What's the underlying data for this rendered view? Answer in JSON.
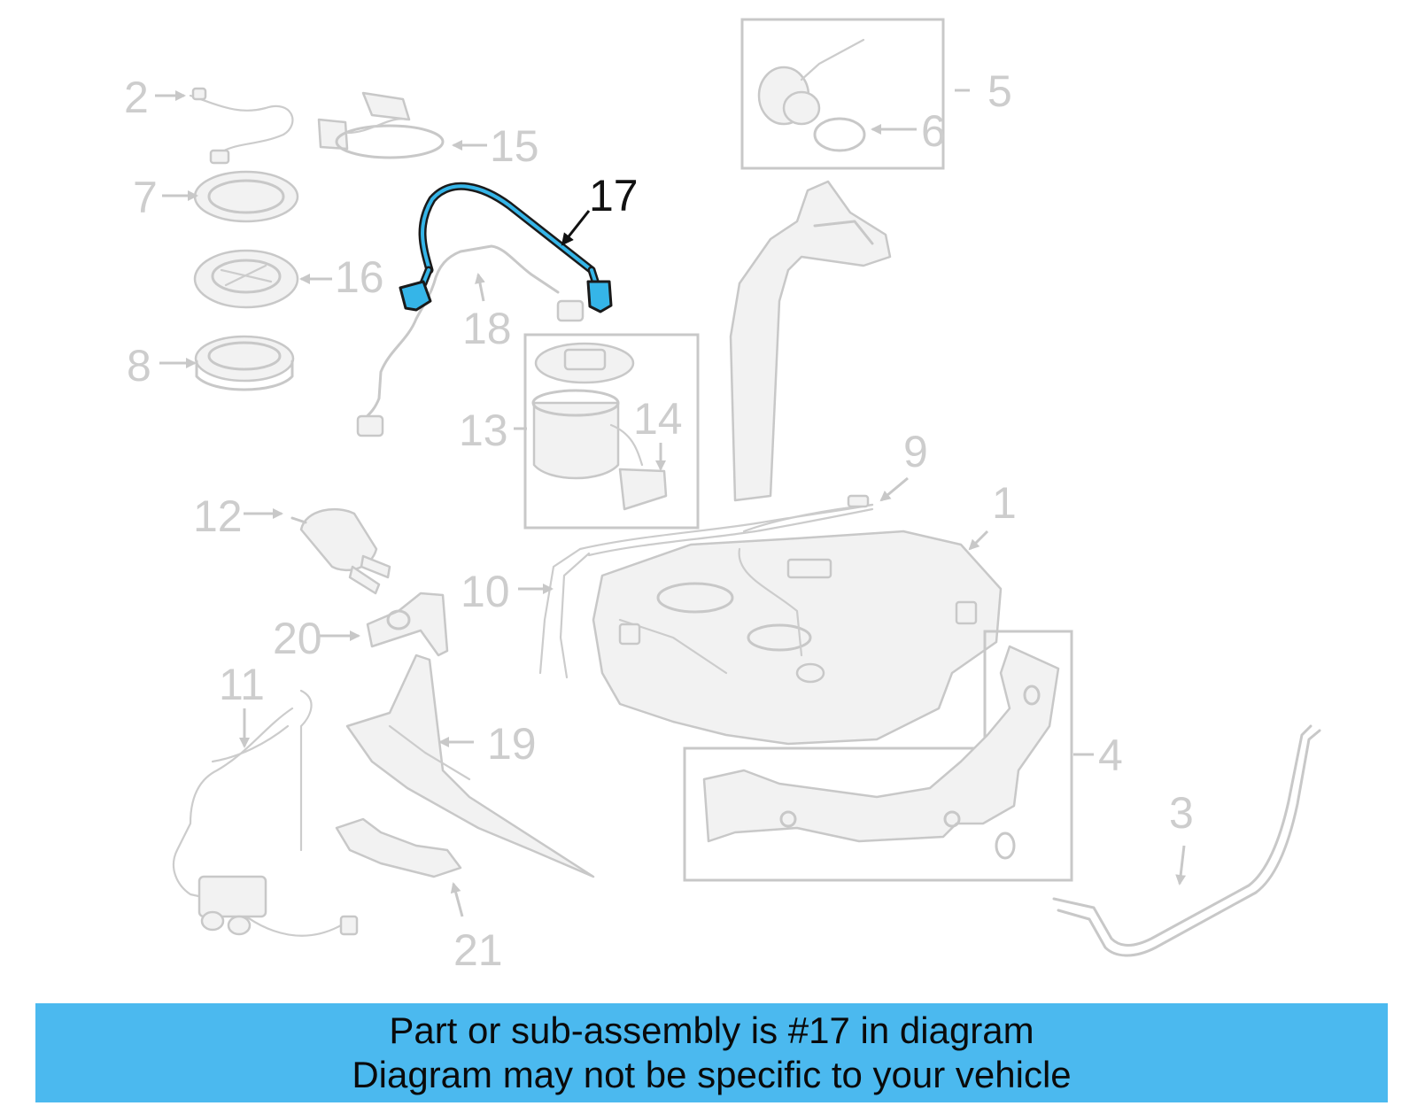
{
  "diagram": {
    "callouts": [
      "1",
      "2",
      "3",
      "4",
      "5",
      "6",
      "7",
      "8",
      "9",
      "10",
      "11",
      "12",
      "13",
      "14",
      "15",
      "16",
      "17",
      "18",
      "19",
      "20",
      "21"
    ],
    "highlighted_part": "17",
    "colors": {
      "highlight": "#35b5e8",
      "ghost_line": "#c8c8c8",
      "banner": "#4bb9ef"
    }
  },
  "banner": {
    "line1": "Part or sub-assembly is #17 in diagram",
    "line2": "Diagram may not be specific to your vehicle"
  }
}
